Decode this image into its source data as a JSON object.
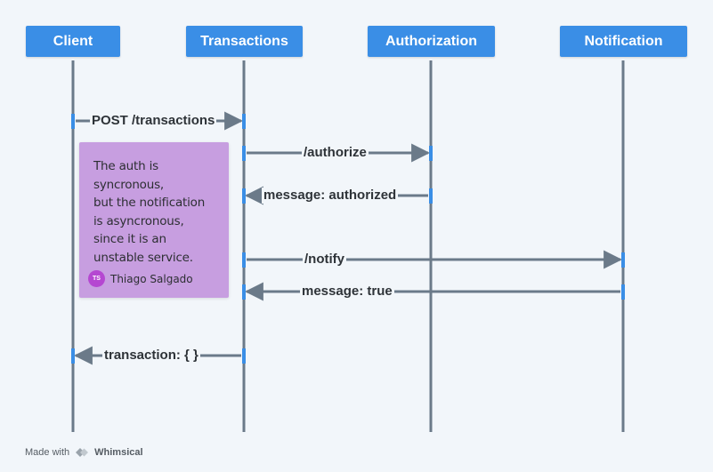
{
  "actors": [
    {
      "id": "client",
      "label": "Client"
    },
    {
      "id": "transactions",
      "label": "Transactions"
    },
    {
      "id": "authorization",
      "label": "Authorization"
    },
    {
      "id": "notification",
      "label": "Notification"
    }
  ],
  "messages": [
    {
      "label": "POST /transactions",
      "from": "client",
      "to": "transactions"
    },
    {
      "label": "/authorize",
      "from": "transactions",
      "to": "authorization"
    },
    {
      "label": "message: authorized",
      "from": "authorization",
      "to": "transactions"
    },
    {
      "label": "/notify",
      "from": "transactions",
      "to": "notification"
    },
    {
      "label": "message: true",
      "from": "notification",
      "to": "transactions"
    },
    {
      "label": "transaction: { }",
      "from": "transactions",
      "to": "client"
    }
  ],
  "note": {
    "text": "The auth is\nsyncronous,\nbut the notification\nis asyncronous,\nsince it is an\nunstable service.",
    "author_initials": "TS",
    "author_name": "Thiago Salgado"
  },
  "footer": {
    "made_with": "Made with",
    "brand": "Whimsical"
  },
  "colors": {
    "actor_bg": "#3a8ee6",
    "lifeline": "#6b7a89",
    "activation": "#3a8ee6",
    "note_bg": "#c79ee0",
    "avatar_bg": "#b547d1"
  }
}
